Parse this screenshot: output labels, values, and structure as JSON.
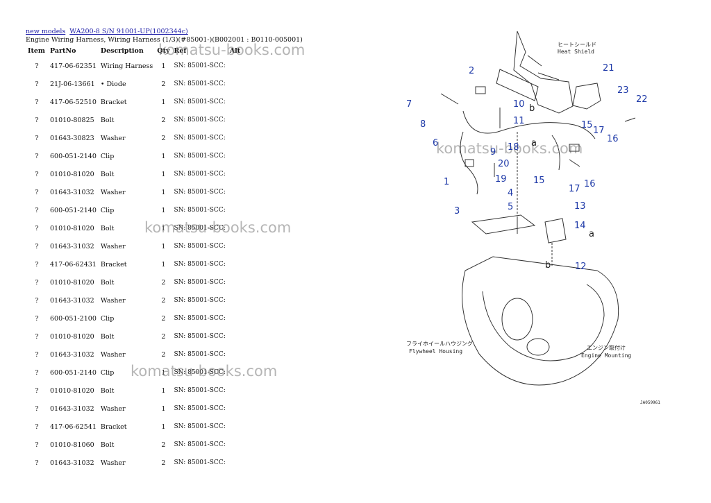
{
  "breadcrumb": {
    "links": [
      "new models",
      "WA200-8 S/N 91001-UP(1002344c)"
    ]
  },
  "subtitle": "Engine Wiring Harness, Wiring Harness (1/3)(#85001-)(B002001 : B0110-005001)",
  "table": {
    "headers": {
      "item": "Item",
      "part": "PartNo",
      "desc": "Description",
      "qty": "Qty",
      "ref": "Ref",
      "alt": "Alt"
    },
    "rows": [
      {
        "item": "?",
        "part": "417-06-62351",
        "desc": "Wiring Harness",
        "qty": "1",
        "ref": "SN: 85001-SCC:"
      },
      {
        "item": "?",
        "part": "21J-06-13661",
        "desc": "• Diode",
        "qty": "2",
        "ref": "SN: 85001-SCC:"
      },
      {
        "item": "?",
        "part": "417-06-52510",
        "desc": "Bracket",
        "qty": "1",
        "ref": "SN: 85001-SCC:"
      },
      {
        "item": "?",
        "part": "01010-80825",
        "desc": "Bolt",
        "qty": "2",
        "ref": "SN: 85001-SCC:"
      },
      {
        "item": "?",
        "part": "01643-30823",
        "desc": "Washer",
        "qty": "2",
        "ref": "SN: 85001-SCC:"
      },
      {
        "item": "?",
        "part": "600-051-2140",
        "desc": "Clip",
        "qty": "1",
        "ref": "SN: 85001-SCC:"
      },
      {
        "item": "?",
        "part": "01010-81020",
        "desc": "Bolt",
        "qty": "1",
        "ref": "SN: 85001-SCC:"
      },
      {
        "item": "?",
        "part": "01643-31032",
        "desc": "Washer",
        "qty": "1",
        "ref": "SN: 85001-SCC:"
      },
      {
        "item": "?",
        "part": "600-051-2140",
        "desc": "Clip",
        "qty": "1",
        "ref": "SN: 85001-SCC:"
      },
      {
        "item": "?",
        "part": "01010-81020",
        "desc": "Bolt",
        "qty": "1",
        "ref": "SN: 85001-SCC:"
      },
      {
        "item": "?",
        "part": "01643-31032",
        "desc": "Washer",
        "qty": "1",
        "ref": "SN: 85001-SCC:"
      },
      {
        "item": "?",
        "part": "417-06-62431",
        "desc": "Bracket",
        "qty": "1",
        "ref": "SN: 85001-SCC:"
      },
      {
        "item": "?",
        "part": "01010-81020",
        "desc": "Bolt",
        "qty": "2",
        "ref": "SN: 85001-SCC:"
      },
      {
        "item": "?",
        "part": "01643-31032",
        "desc": "Washer",
        "qty": "2",
        "ref": "SN: 85001-SCC:"
      },
      {
        "item": "?",
        "part": "600-051-2100",
        "desc": "Clip",
        "qty": "2",
        "ref": "SN: 85001-SCC:"
      },
      {
        "item": "?",
        "part": "01010-81020",
        "desc": "Bolt",
        "qty": "2",
        "ref": "SN: 85001-SCC:"
      },
      {
        "item": "?",
        "part": "01643-31032",
        "desc": "Washer",
        "qty": "2",
        "ref": "SN: 85001-SCC:"
      },
      {
        "item": "?",
        "part": "600-051-2140",
        "desc": "Clip",
        "qty": "1",
        "ref": "SN: 85001-SCC:"
      },
      {
        "item": "?",
        "part": "01010-81020",
        "desc": "Bolt",
        "qty": "1",
        "ref": "SN: 85001-SCC:"
      },
      {
        "item": "?",
        "part": "01643-31032",
        "desc": "Washer",
        "qty": "1",
        "ref": "SN: 85001-SCC:"
      },
      {
        "item": "?",
        "part": "417-06-62541",
        "desc": "Bracket",
        "qty": "1",
        "ref": "SN: 85001-SCC:"
      },
      {
        "item": "?",
        "part": "01010-81060",
        "desc": "Bolt",
        "qty": "2",
        "ref": "SN: 85001-SCC:"
      },
      {
        "item": "?",
        "part": "01643-31032",
        "desc": "Washer",
        "qty": "2",
        "ref": "SN: 85001-SCC:"
      }
    ]
  },
  "watermark": "komatsu-books.com",
  "diagram": {
    "labels": {
      "heat_shield_jp": "ヒートシールド",
      "heat_shield": "Heat Shield",
      "flywheel_jp": "フライホイールハウジング",
      "flywheel": "Flywheel Housing",
      "engine_mount_jp": "エンジン取付け",
      "engine_mount": "Engine Mounting",
      "drawing_no": "JA059961"
    },
    "callouts": [
      "1",
      "2",
      "3",
      "4",
      "5",
      "6",
      "7",
      "8",
      "9",
      "10",
      "11",
      "12",
      "13",
      "14",
      "15",
      "15",
      "16",
      "16",
      "17",
      "17",
      "18",
      "19",
      "20",
      "21",
      "22",
      "23",
      "a",
      "a",
      "b",
      "b"
    ]
  }
}
